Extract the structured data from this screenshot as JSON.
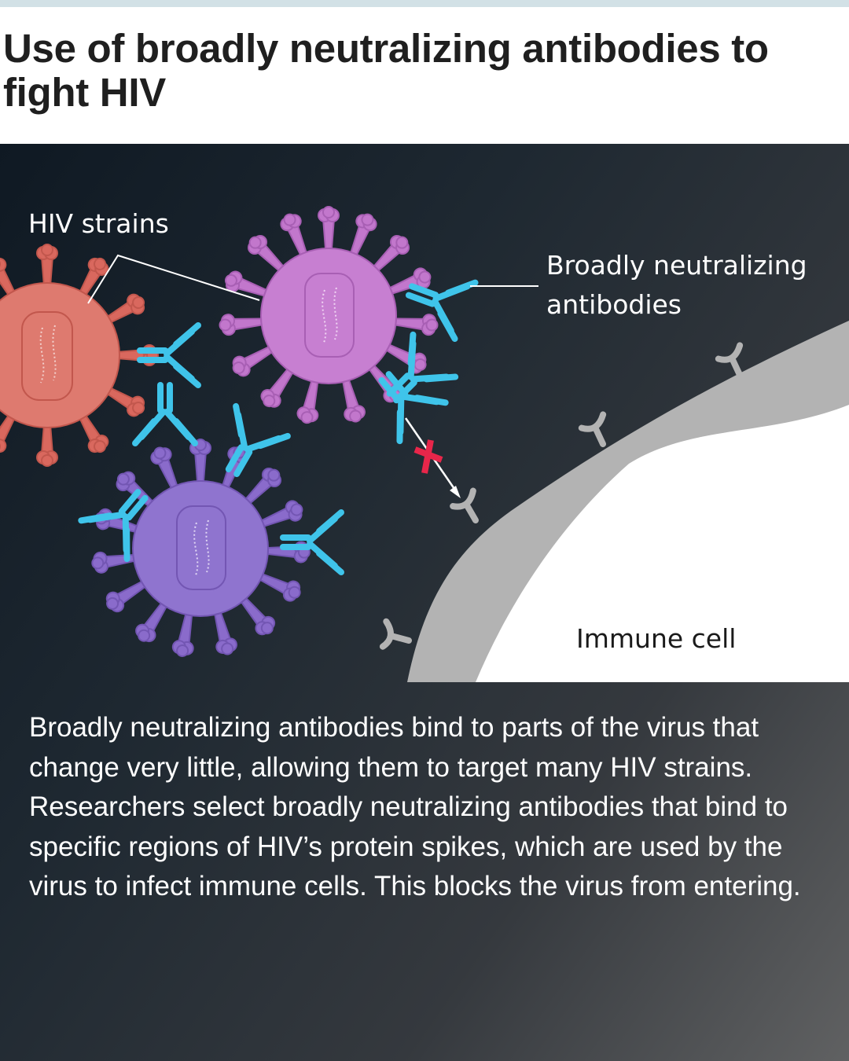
{
  "header": {
    "title": "Use of broadly neutralizing antibodies to fight HIV"
  },
  "diagram": {
    "labels": {
      "hiv_strains": "HIV strains",
      "antibodies_line1": "Broadly neutralizing",
      "antibodies_line2": "antibodies",
      "immune_cell": "Immune cell"
    },
    "viruses": [
      {
        "name": "red-strain",
        "color": "#e07a6f"
      },
      {
        "name": "pink-strain",
        "color": "#c77fd1"
      },
      {
        "name": "purple-strain",
        "color": "#8f74cf"
      }
    ],
    "colors": {
      "antibody": "#3fc4ea",
      "cell_membrane": "#b3b3b3",
      "cell_interior": "#ffffff",
      "block_mark": "#e8264a",
      "top_bar": "#d2e1e6"
    }
  },
  "description": "Broadly neutralizing antibodies bind to parts of the virus that change very little, allowing them to target many HIV strains. Researchers select broadly neutralizing antibodies that bind to specific regions of HIV’s protein spikes, which are used by the virus to infect immune cells. This blocks the virus from entering."
}
